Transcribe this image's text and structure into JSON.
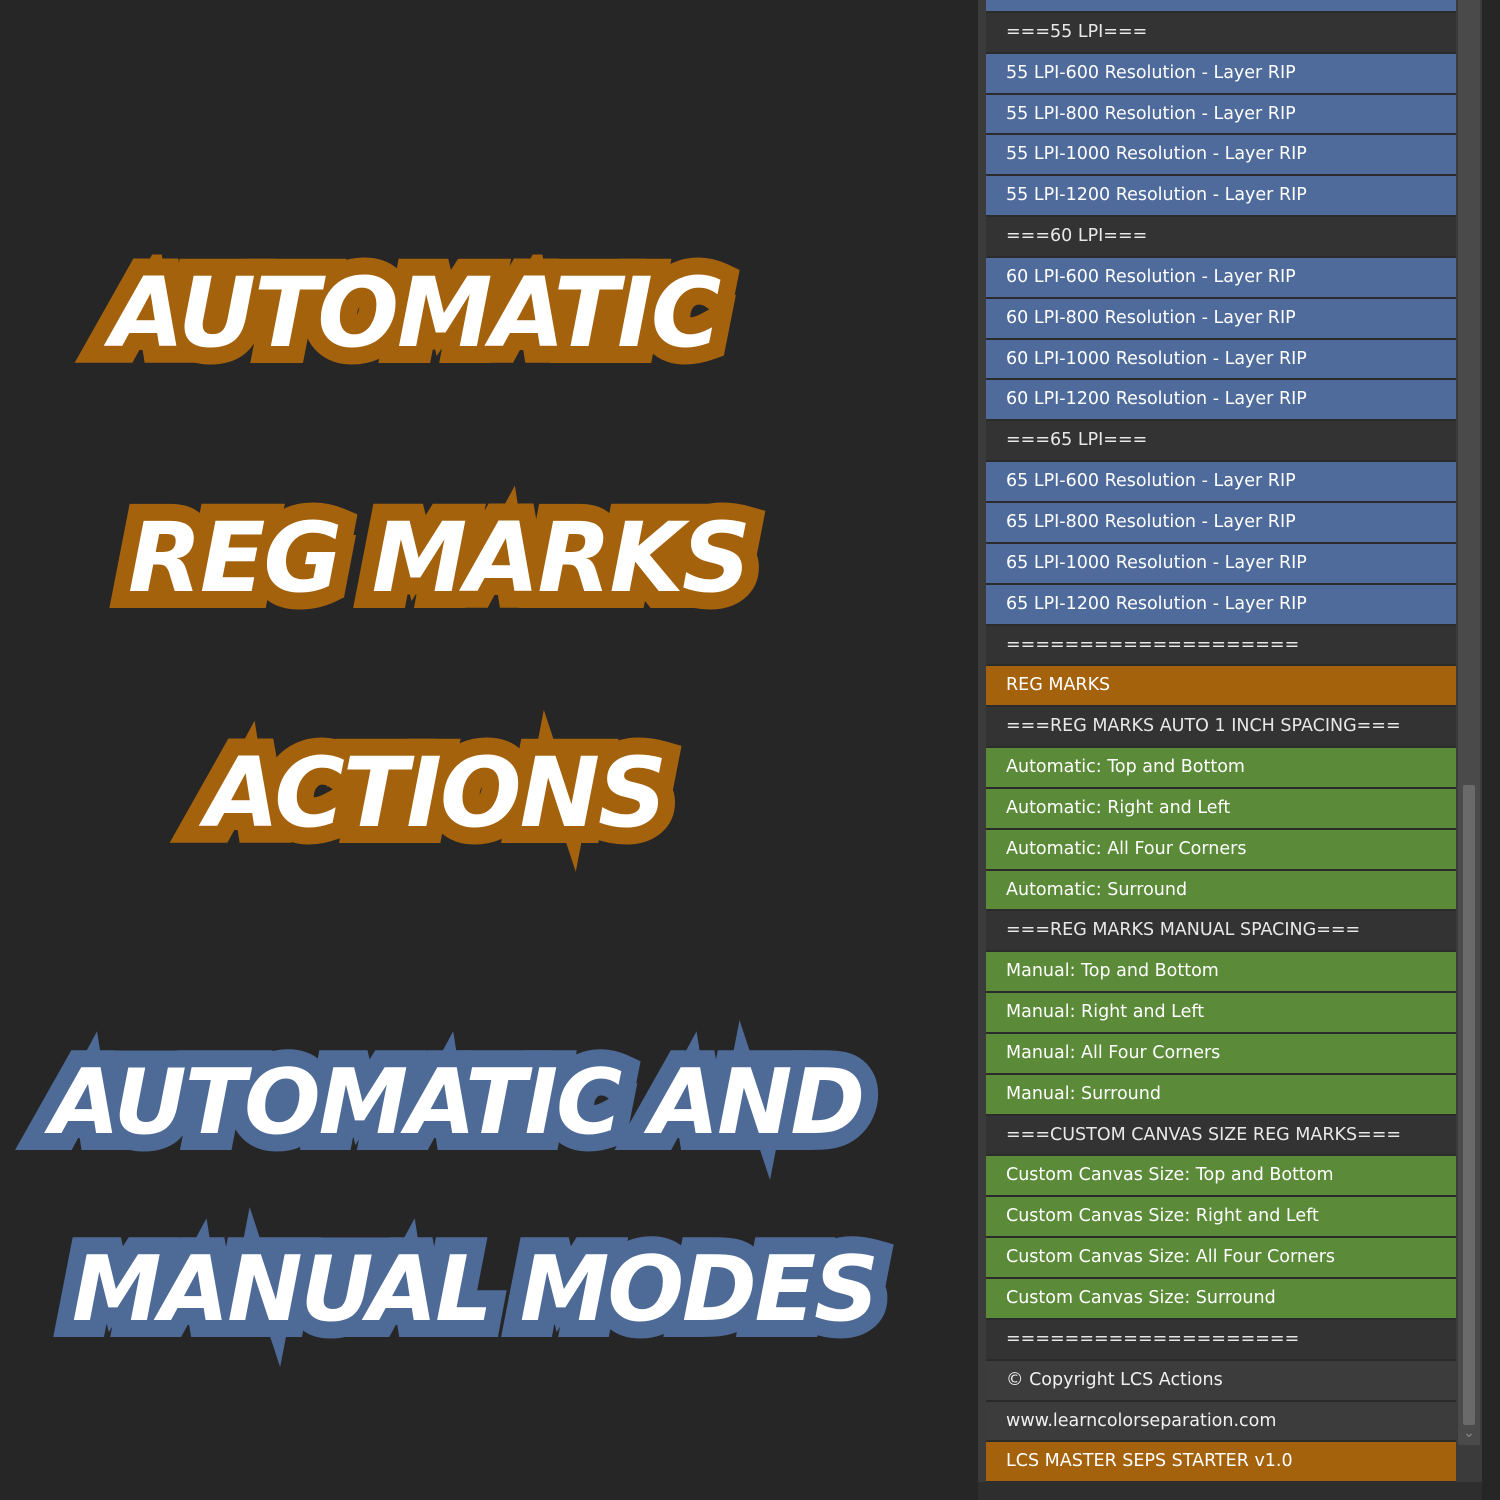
{
  "headline": {
    "line1": "AUTOMATIC",
    "line2": "REG MARKS",
    "line3": "ACTIONS",
    "line4": "AUTOMATIC AND",
    "line5": "MANUAL MODES"
  },
  "colors": {
    "background": "#262626",
    "orange": "#a5620d",
    "blue": "#4e6b9b",
    "green": "#5b8a38",
    "dark_row": "#333333"
  },
  "panel": {
    "rows": [
      {
        "label": "55 LPI-1200 Resolution - Layer RIP",
        "style": "blue"
      },
      {
        "label": "===55 LPI===",
        "style": "dark"
      },
      {
        "label": "55 LPI-600 Resolution - Layer RIP",
        "style": "blue"
      },
      {
        "label": "55 LPI-800 Resolution - Layer RIP",
        "style": "blue"
      },
      {
        "label": "55 LPI-1000 Resolution - Layer RIP",
        "style": "blue"
      },
      {
        "label": "55 LPI-1200 Resolution - Layer RIP",
        "style": "blue"
      },
      {
        "label": "===60 LPI===",
        "style": "dark"
      },
      {
        "label": "60 LPI-600 Resolution - Layer RIP",
        "style": "blue"
      },
      {
        "label": "60 LPI-800 Resolution - Layer RIP",
        "style": "blue"
      },
      {
        "label": "60 LPI-1000 Resolution - Layer RIP",
        "style": "blue"
      },
      {
        "label": "60 LPI-1200 Resolution - Layer RIP",
        "style": "blue"
      },
      {
        "label": "===65 LPI===",
        "style": "dark"
      },
      {
        "label": "65 LPI-600 Resolution - Layer RIP",
        "style": "blue"
      },
      {
        "label": "65 LPI-800 Resolution - Layer RIP",
        "style": "blue"
      },
      {
        "label": "65 LPI-1000 Resolution - Layer RIP",
        "style": "blue"
      },
      {
        "label": "65 LPI-1200 Resolution - Layer RIP",
        "style": "blue"
      },
      {
        "label": "====================",
        "style": "dark"
      },
      {
        "label": "REG MARKS",
        "style": "orange"
      },
      {
        "label": "===REG MARKS AUTO 1 INCH SPACING===",
        "style": "dark"
      },
      {
        "label": "Automatic: Top and Bottom",
        "style": "green"
      },
      {
        "label": "Automatic: Right and Left",
        "style": "green"
      },
      {
        "label": "Automatic: All Four Corners",
        "style": "green"
      },
      {
        "label": "Automatic: Surround",
        "style": "green"
      },
      {
        "label": "===REG MARKS MANUAL SPACING===",
        "style": "dark"
      },
      {
        "label": "Manual: Top and Bottom",
        "style": "green"
      },
      {
        "label": "Manual: Right and Left",
        "style": "green"
      },
      {
        "label": "Manual: All Four Corners",
        "style": "green"
      },
      {
        "label": "Manual: Surround",
        "style": "green"
      },
      {
        "label": "===CUSTOM CANVAS SIZE REG MARKS===",
        "style": "dark"
      },
      {
        "label": "Custom Canvas Size: Top and Bottom",
        "style": "green"
      },
      {
        "label": "Custom Canvas Size: Right and Left",
        "style": "green"
      },
      {
        "label": "Custom Canvas Size: All Four Corners",
        "style": "green"
      },
      {
        "label": "Custom Canvas Size: Surround",
        "style": "green"
      },
      {
        "label": "====================",
        "style": "dark"
      },
      {
        "label": "© Copyright LCS Actions",
        "style": "plain"
      },
      {
        "label": "www.learncolorseparation.com",
        "style": "plain"
      },
      {
        "label": "LCS MASTER SEPS STARTER v1.0",
        "style": "orange"
      }
    ]
  },
  "scrollbar": {
    "arrow_icon": "chevron-down-icon",
    "arrow_glyph": "⌄"
  }
}
